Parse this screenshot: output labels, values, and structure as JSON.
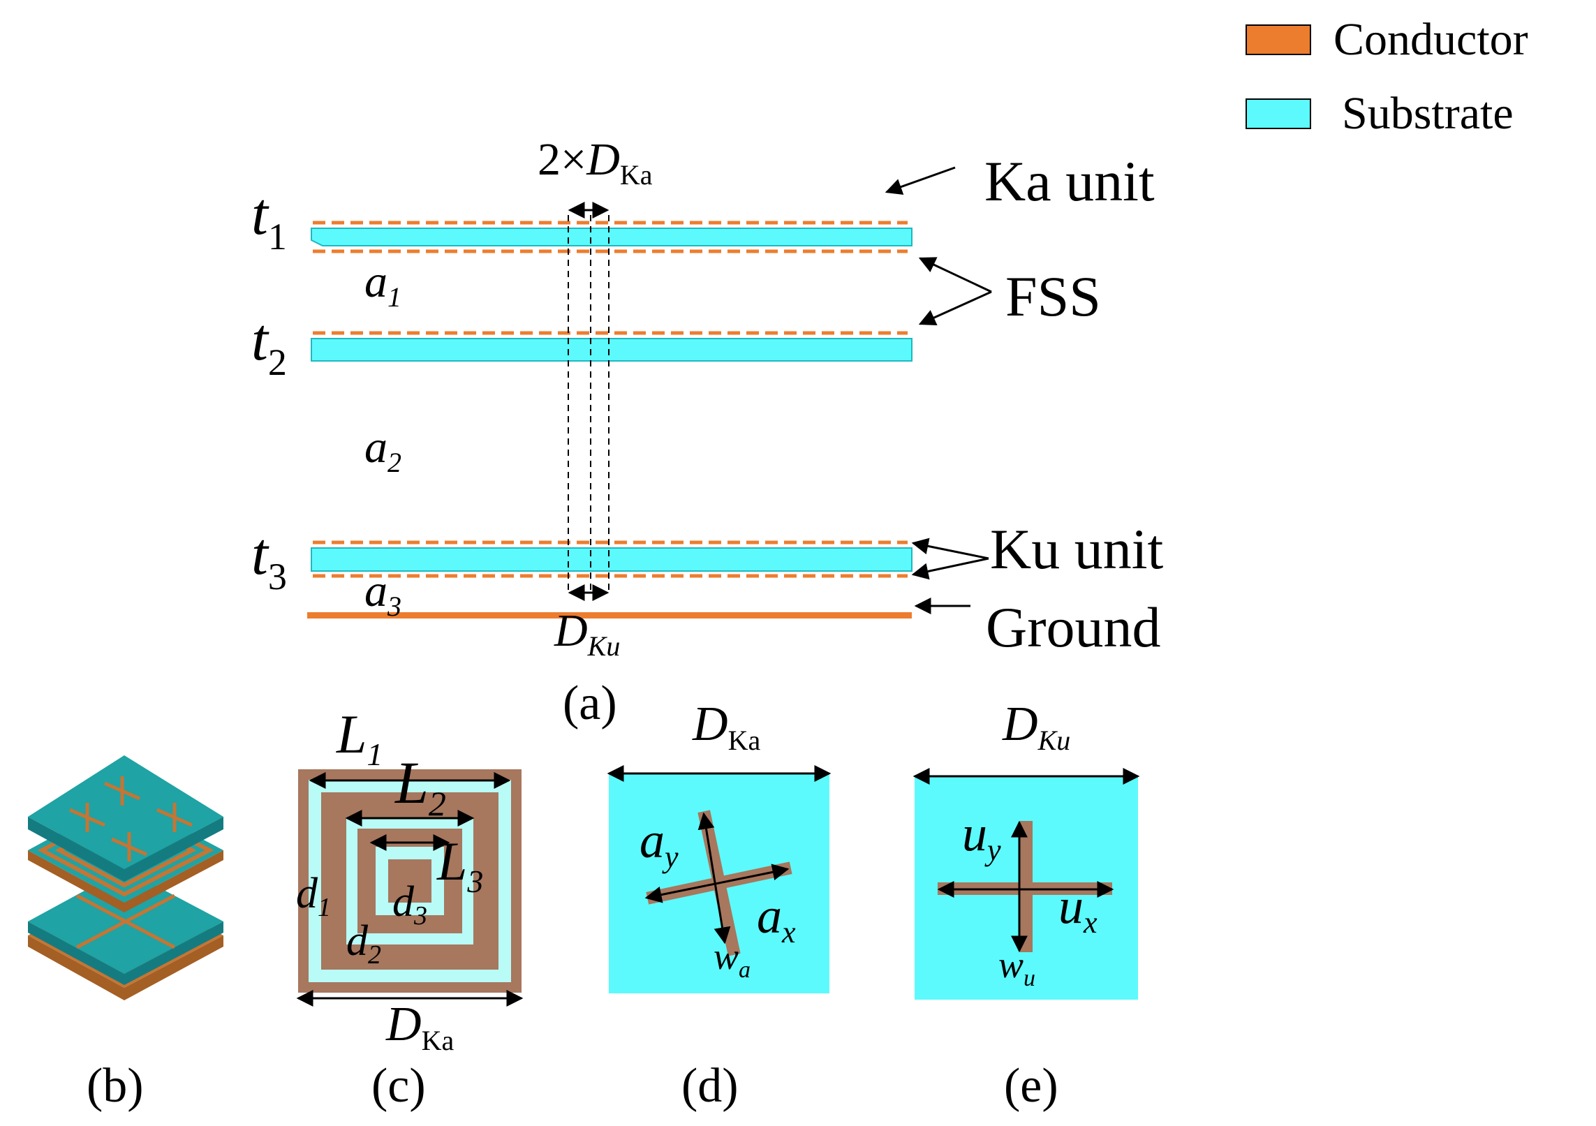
{
  "colors": {
    "conductor": "#EC7D2F",
    "substrate": "#5CFAFC",
    "substrate_dark": "#1FC9D2",
    "ring_conductor": "#A7775E",
    "ring_substrate": "#B8FBF7",
    "teal_3d": "#1FA3A4",
    "teal_3d_side": "#147C80",
    "copper_3d": "#C57534",
    "copper_3d_side": "#A45F24"
  },
  "legend": {
    "conductor": "Conductor",
    "substrate": "Substrate"
  },
  "panel_a": {
    "caption": "(a)",
    "dim_top_prefix": "2×",
    "dim_top_main": "D",
    "dim_top_sub": "Ka",
    "dim_bottom_main": "D",
    "dim_bottom_sub": "Ku",
    "t1_main": "t",
    "t1_sub": "1",
    "t2_main": "t",
    "t2_sub": "2",
    "t3_main": "t",
    "t3_sub": "3",
    "a1_main": "a",
    "a1_sub": "1",
    "a2_main": "a",
    "a2_sub": "2",
    "a3_main": "a",
    "a3_sub": "3",
    "ka_unit": "Ka unit",
    "fss": "FSS",
    "ku_unit": "Ku unit",
    "ground": "Ground"
  },
  "panel_b": {
    "caption": "(b)"
  },
  "panel_c": {
    "caption": "(c)",
    "L1_main": "L",
    "L1_sub": "1",
    "L2_main": "L",
    "L2_sub": "2",
    "L3_main": "L",
    "L3_sub": "3",
    "d1_main": "d",
    "d1_sub": "1",
    "d2_main": "d",
    "d2_sub": "2",
    "d3_main": "d",
    "d3_sub": "3",
    "D_main": "D",
    "D_sub": "Ka"
  },
  "panel_d": {
    "caption": "(d)",
    "D_main": "D",
    "D_sub": "Ka",
    "ay_main": "a",
    "ay_sub": "y",
    "ax_main": "a",
    "ax_sub": "x",
    "wa_main": "w",
    "wa_sub": "a"
  },
  "panel_e": {
    "caption": "(e)",
    "D_main": "D",
    "D_sub": "Ku",
    "uy_main": "u",
    "uy_sub": "y",
    "ux_main": "u",
    "ux_sub": "x",
    "wu_main": "w",
    "wu_sub": "u"
  }
}
